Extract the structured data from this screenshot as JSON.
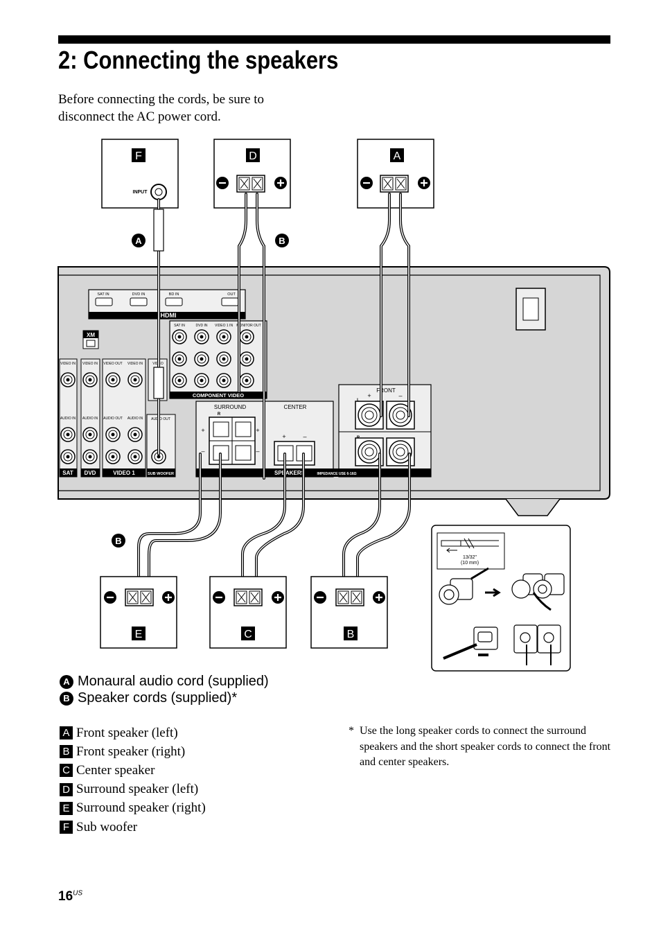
{
  "page": {
    "title": "2: Connecting the speakers",
    "intro": "Before connecting the cords, be sure to disconnect the AC power cord.",
    "page_number": "16",
    "page_suffix": "US"
  },
  "diagram": {
    "speaker_letters": {
      "f": "F",
      "d": "D",
      "a": "A",
      "e": "E",
      "c": "C",
      "b": "B"
    },
    "cord_markers": {
      "a": "A",
      "b": "B"
    },
    "sub_input_label": "INPUT",
    "hdmi": {
      "label": "HDMI",
      "sat_in": "SAT IN",
      "dvd_in": "DVD IN",
      "bd_in": "BD IN",
      "out": "OUT"
    },
    "component": {
      "label": "COMPONENT VIDEO",
      "sat_in": "SAT IN",
      "dvd_in": "DVD IN",
      "video1_in": "VIDEO 1 IN",
      "monitor_out": "MONITOR OUT"
    },
    "xm_label": "XM",
    "jacks": {
      "video_in": "VIDEO IN",
      "video_out": "VIDEO OUT",
      "audio_in": "AUDIO IN",
      "audio_out": "AUDIO OUT",
      "video_out_short": "VIDEO"
    },
    "sections": {
      "sat": "SAT",
      "dvd": "DVD",
      "video1": "VIDEO 1",
      "sub_woofer": "SUB WOOFER"
    },
    "speakers": {
      "surround": "SURROUND",
      "center": "CENTER",
      "front": "FRONT",
      "label": "SPEAKERS",
      "impedance": "IMPEDANCE USE 6-16Ω",
      "r": "R",
      "l": "L",
      "plus": "+",
      "minus": "–"
    },
    "inset": {
      "strip_inch": "13/32\"",
      "strip_mm": "(10 mm)"
    }
  },
  "legend": {
    "cords": [
      {
        "marker": "A",
        "label": "Monaural audio cord (supplied)"
      },
      {
        "marker": "B",
        "label": "Speaker cords (supplied)*"
      }
    ],
    "speakers": [
      {
        "marker": "A",
        "label": "Front speaker (left)"
      },
      {
        "marker": "B",
        "label": "Front speaker (right)"
      },
      {
        "marker": "C",
        "label": "Center speaker"
      },
      {
        "marker": "D",
        "label": "Surround speaker (left)"
      },
      {
        "marker": "E",
        "label": "Surround speaker (right)"
      },
      {
        "marker": "F",
        "label": "Sub woofer"
      }
    ],
    "note_star": "*",
    "note": "Use the long speaker cords to connect the surround speakers and the short speaker cords to connect the front and center speakers."
  }
}
